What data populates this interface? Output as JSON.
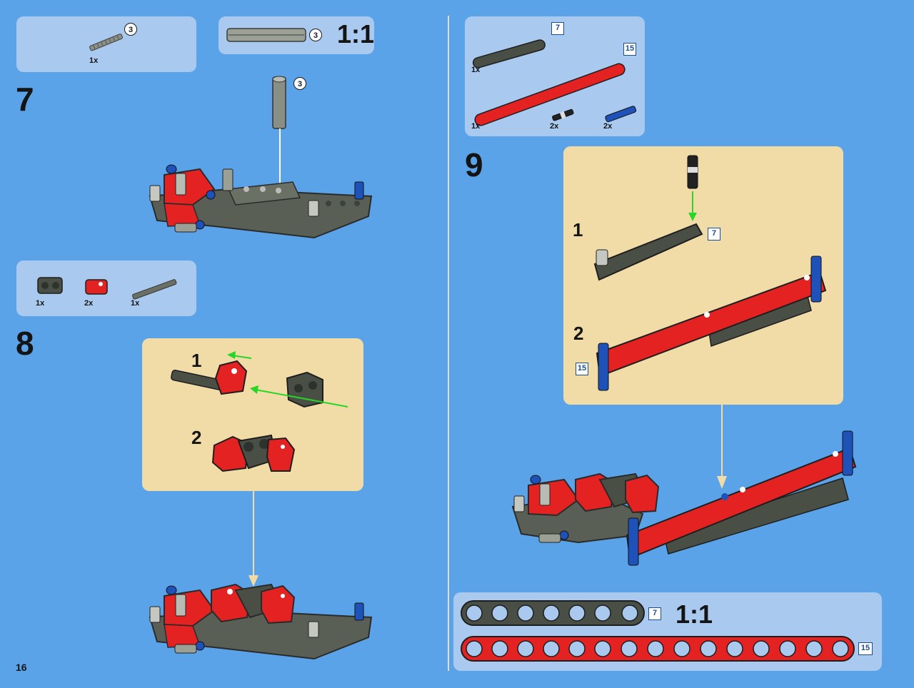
{
  "page": {
    "number": "16"
  },
  "step7": {
    "number": "7",
    "parts_panel": {
      "qty": "1x",
      "callout": "3"
    },
    "scale_panel": {
      "callout": "3",
      "scale": "1:1"
    },
    "model_callout": "3"
  },
  "step8": {
    "number": "8",
    "parts_panel": {
      "qty1": "1x",
      "qty2": "2x",
      "qty3": "1x"
    },
    "substep1": "1",
    "substep2": "2"
  },
  "step9": {
    "number": "9",
    "parts_panel": {
      "beam7_callout": "7",
      "beam15_callout": "15",
      "qty_beam7": "1x",
      "qty_beam15": "1x",
      "qty_pin_black": "2x",
      "qty_pin_blue": "2x"
    },
    "substep1": "1",
    "substep1_callout": "7",
    "substep2": "2",
    "substep2_callout": "15"
  },
  "scale_bottom": {
    "beam7_callout": "7",
    "beam15_callout": "15",
    "scale": "1:1"
  },
  "colors": {
    "background": "#5aa3e8",
    "panel": "#a9c9ef",
    "substep_bg": "#f1dca8",
    "red": "#e52222",
    "dark": "#5a5f55",
    "blue": "#1f52b8",
    "green": "#27d627"
  }
}
